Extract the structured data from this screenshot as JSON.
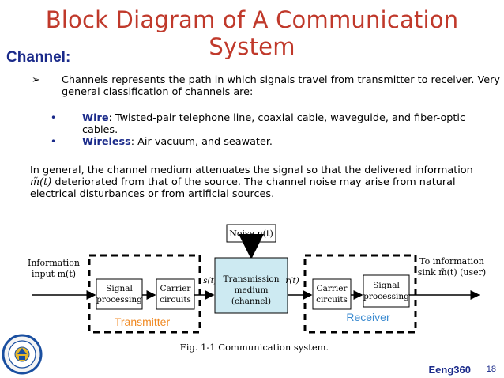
{
  "slide": {
    "title": "Block Diagram of A Communication System",
    "heading": "Channel:",
    "intro": "Channels represents the path in which signals travel from transmitter to receiver. Very general classification of channels are:",
    "bullets": [
      {
        "term": "Wire",
        "sep": ":",
        "text": " Twisted-pair telephone line, coaxial cable, waveguide, and fiber-optic cables."
      },
      {
        "term": "Wireless",
        "sep": ":",
        "text": " Air vacuum, and seawater."
      }
    ],
    "paragraph_part1": "In general, the channel medium attenuates the signal so that the delivered information",
    "paragraph_symbol": "m̃(t)",
    "paragraph_part2": "deteriorated from that of the source. The channel noise may arise from natural electrical disturbances or from artificial sources.",
    "footer_label": "Eeng360",
    "page_number": "18"
  },
  "diagram": {
    "noise_label": "Noise n(t)",
    "info_input_line1": "Information",
    "info_input_line2": "input m(t)",
    "signal_processing_tx_1": "Signal",
    "signal_processing_tx_2": "processing",
    "carrier_tx_1": "Carrier",
    "carrier_tx_2": "circuits",
    "channel_1": "Transmission",
    "channel_2": "medium",
    "channel_3": "(channel)",
    "carrier_rx_1": "Carrier",
    "carrier_rx_2": "circuits",
    "signal_processing_rx_1": "Signal",
    "signal_processing_rx_2": "processing",
    "info_output_line1": "To information",
    "info_output_line2": "sink m̃(t)  (user)",
    "s_label": "s(t)",
    "r_label": "r(t)",
    "transmitter_label": "Transmitter",
    "receiver_label": "Receiver",
    "caption": "Fig. 1-1  Communication system.",
    "colors": {
      "title": "#c0392b",
      "accent": "#1a2a8a",
      "tx_rx_label": "#f08a24",
      "receiver_label": "#3a8ad0",
      "channel_fill": "#cdeaf2"
    }
  }
}
